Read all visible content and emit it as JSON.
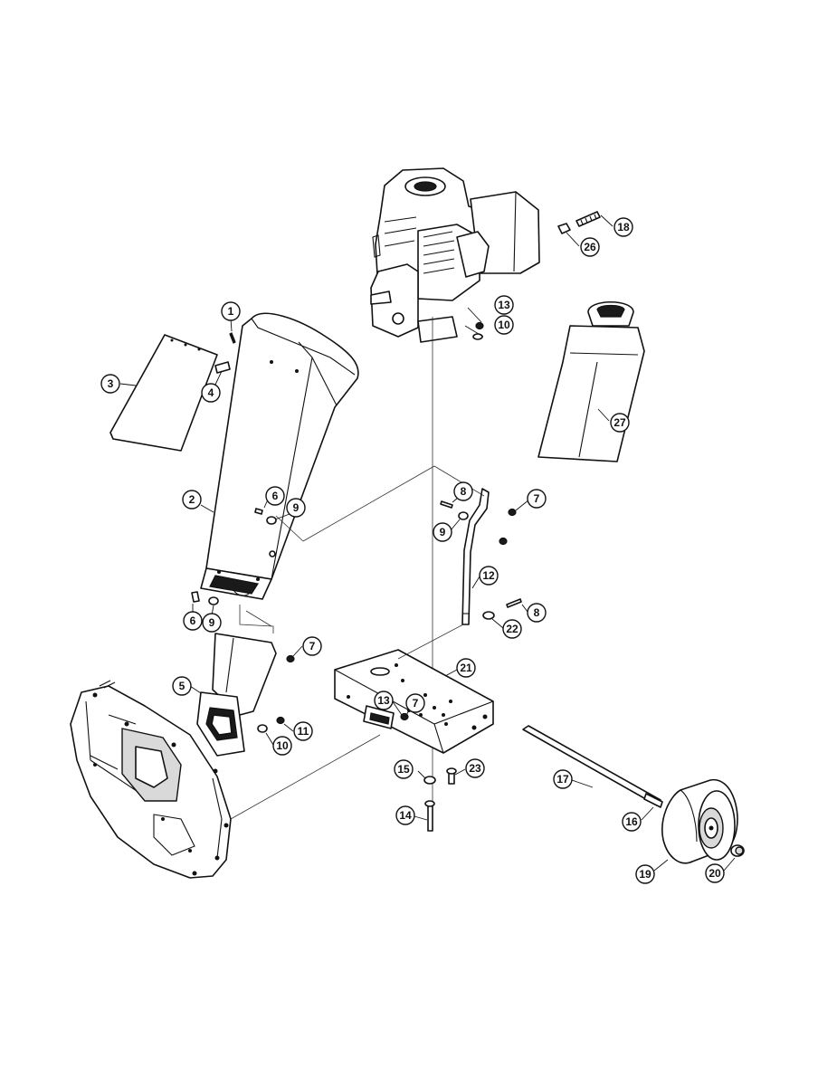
{
  "callouts": {
    "c1": "1",
    "c2": "2",
    "c3": "3",
    "c4": "4",
    "c5": "5",
    "c6a": "6",
    "c6b": "6",
    "c7a": "7",
    "c7b": "7",
    "c7c": "7",
    "c8a": "8",
    "c8b": "8",
    "c9a": "9",
    "c9b": "9",
    "c9c": "9",
    "c10a": "10",
    "c10b": "10",
    "c11": "11",
    "c12": "12",
    "c13a": "13",
    "c13b": "13",
    "c14": "14",
    "c15": "15",
    "c16": "16",
    "c17": "17",
    "c18": "18",
    "c19": "19",
    "c20": "20",
    "c21": "21",
    "c22": "22",
    "c23": "23",
    "c26": "26",
    "c27": "27"
  },
  "colors": {
    "ink": "#111111",
    "paper": "#ffffff"
  }
}
